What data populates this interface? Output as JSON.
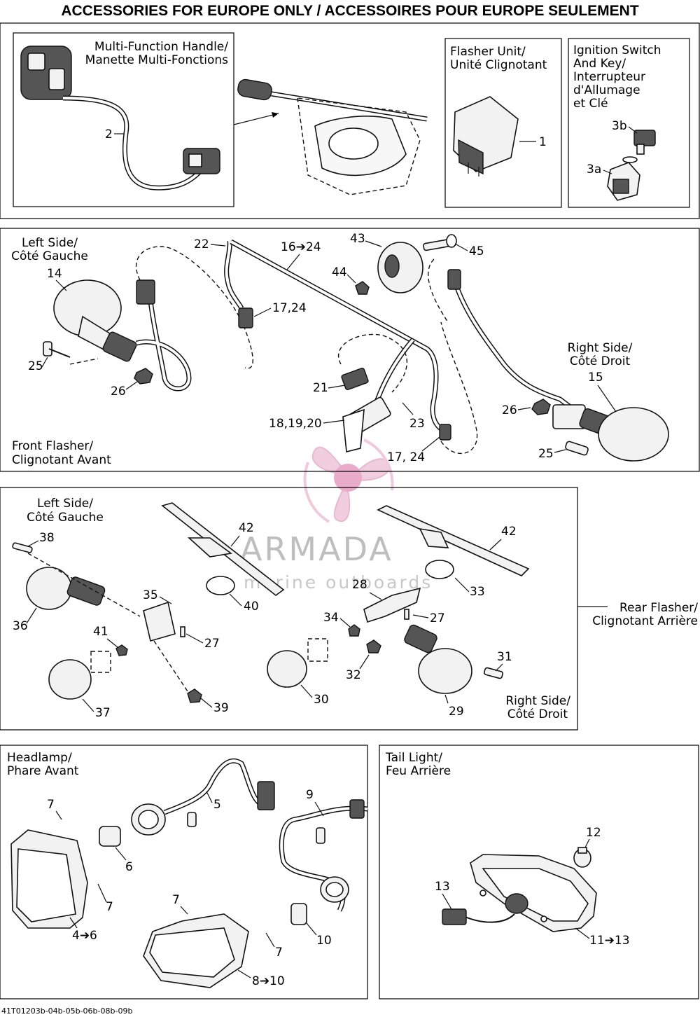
{
  "title": "ACCESSORIES FOR EUROPE ONLY / ACCESSOIRES POUR EUROPE SEULEMENT",
  "diagram_code": "41T01203b-04b-05b-06b-08b-09b",
  "watermark": {
    "brand": "ARMADA",
    "tagline": "marine outboards"
  },
  "sections": {
    "handle": {
      "label_line1": "Multi-Function Handle/",
      "label_line2": "Manette Multi-Fonctions",
      "callouts": [
        "2"
      ]
    },
    "flasher_unit": {
      "label_line1": "Flasher Unit/",
      "label_line2": "Unité Clignotant",
      "callouts": [
        "1"
      ]
    },
    "ignition": {
      "label_line1": "Ignition Switch",
      "label_line2": "And Key/",
      "label_line3": "Interrupteur",
      "label_line4": "d'Allumage",
      "label_line5": "et Clé",
      "callouts": [
        "3b",
        "3a"
      ]
    },
    "front_flasher": {
      "left_line1": "Left Side/",
      "left_line2": "Côté Gauche",
      "right_line1": "Right Side/",
      "right_line2": "Côté Droit",
      "name_line1": "Front Flasher/",
      "name_line2": "Clignotant Avant",
      "callouts": [
        "22",
        "16➔24",
        "43",
        "45",
        "44",
        "14",
        "17,24",
        "25",
        "26",
        "21",
        "18,19,20",
        "23",
        "17, 24",
        "15",
        "26",
        "25"
      ]
    },
    "rear_flasher": {
      "left_line1": "Left Side/",
      "left_line2": "Côté Gauche",
      "right_line1": "Right Side/",
      "right_line2": "Côté Droit",
      "name_line1": "Rear Flasher/",
      "name_line2": "Clignotant Arrière",
      "callouts": [
        "38",
        "42",
        "42",
        "35",
        "40",
        "28",
        "33",
        "36",
        "34",
        "27",
        "41",
        "27",
        "31",
        "30",
        "32",
        "39",
        "37",
        "29"
      ]
    },
    "headlamp": {
      "label_line1": "Headlamp/",
      "label_line2": "Phare Avant",
      "callouts": [
        "5",
        "7",
        "9",
        "6",
        "7",
        "7",
        "4➔6",
        "7",
        "10",
        "8➔10"
      ]
    },
    "tail_light": {
      "label_line1": "Tail Light/",
      "label_line2": "Feu Arrière",
      "callouts": [
        "12",
        "13",
        "11➔13"
      ]
    }
  }
}
